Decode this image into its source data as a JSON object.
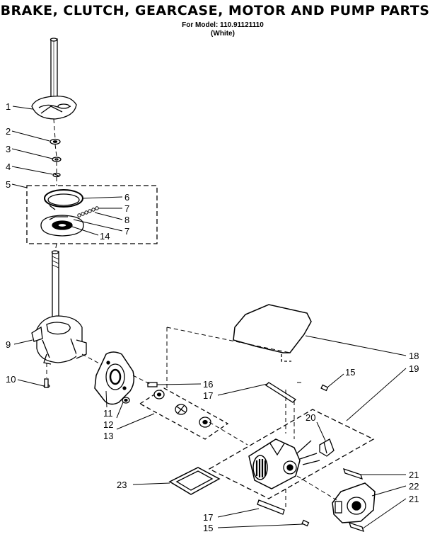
{
  "header": {
    "title": "BRAKE, CLUTCH, GEARCASE, MOTOR AND PUMP PARTS",
    "model_line": "For Model: 110.91121110",
    "color_line": "(White)"
  },
  "callouts": {
    "n1": "1",
    "n2": "2",
    "n3": "3",
    "n4": "4",
    "n5": "5",
    "n6": "6",
    "n7a": "7",
    "n8": "8",
    "n7b": "7",
    "n14": "14",
    "n9": "9",
    "n10": "10",
    "n11": "11",
    "n12": "12",
    "n13": "13",
    "n16": "16",
    "n17a": "17",
    "n15a": "15",
    "n18": "18",
    "n19": "19",
    "n20": "20",
    "n21a": "21",
    "n22": "22",
    "n21b": "21",
    "n23": "23",
    "n17b": "17",
    "n15b": "15"
  }
}
